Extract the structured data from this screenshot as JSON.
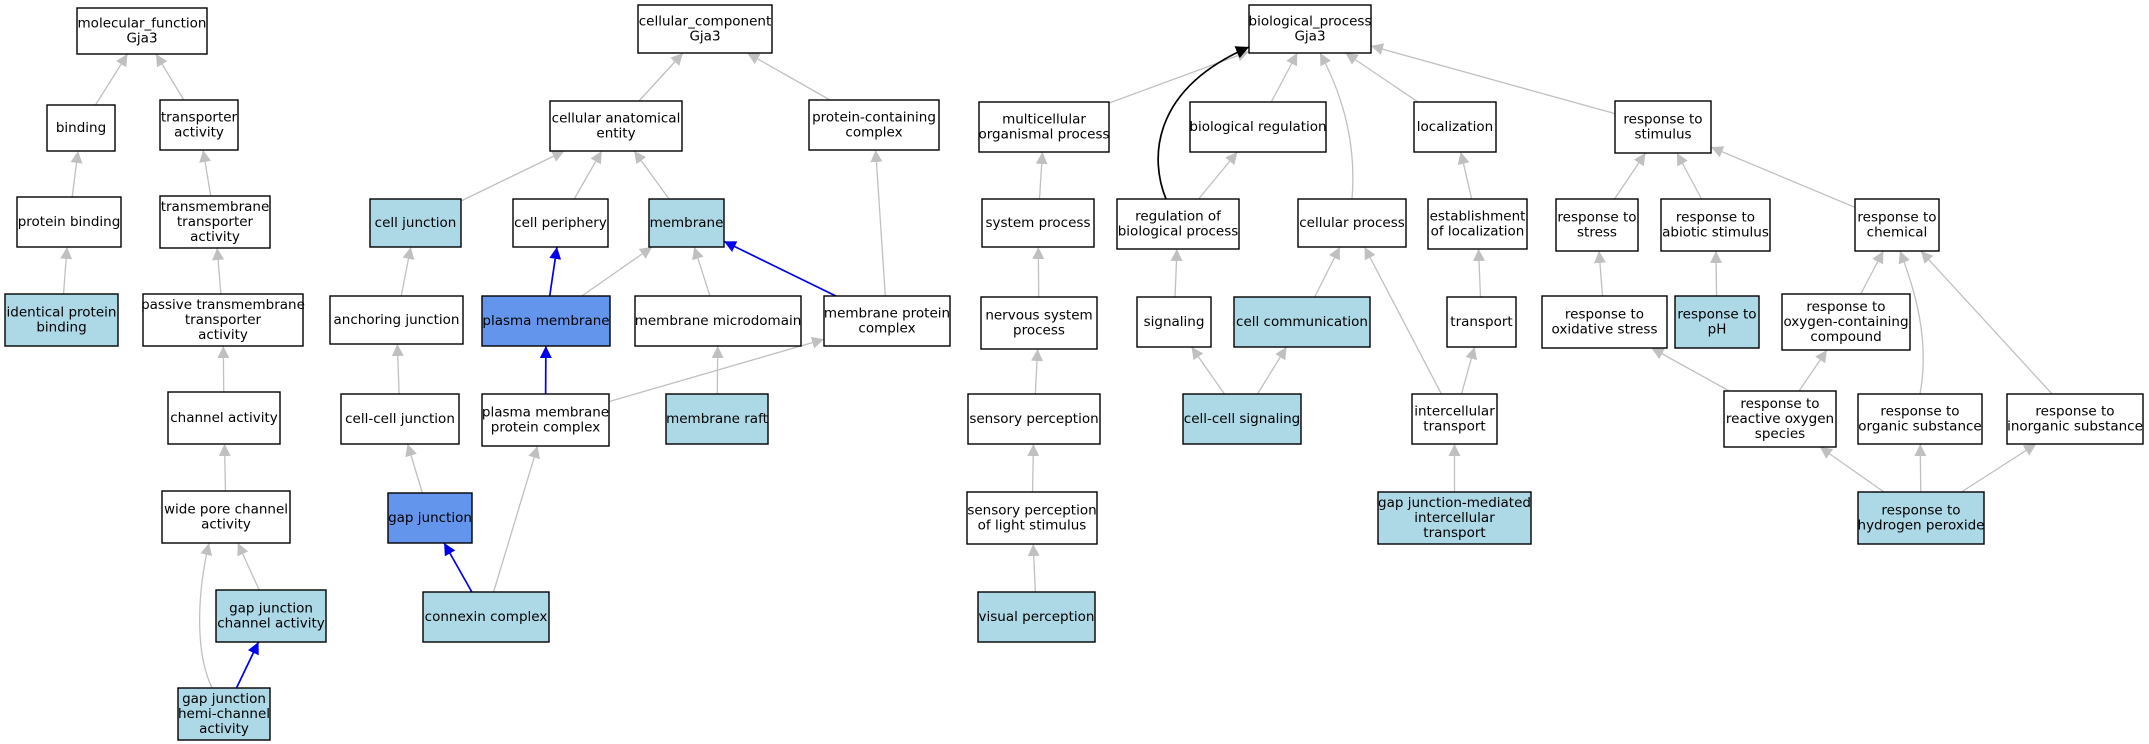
{
  "colors": {
    "default_fill": "#ffffff",
    "light_fill": "#add8e6",
    "highlight_fill": "#6495ed",
    "gray_edge": "#c0c0c0",
    "blue_edge": "#0000ee",
    "black_edge": "#000000"
  },
  "nodes": [
    {
      "id": "mf",
      "lines": [
        "molecular_function",
        "Gja3"
      ],
      "style": "default"
    },
    {
      "id": "binding",
      "lines": [
        "binding"
      ],
      "style": "default"
    },
    {
      "id": "transporter",
      "lines": [
        "transporter",
        "activity"
      ],
      "style": "default"
    },
    {
      "id": "protbind",
      "lines": [
        "protein binding"
      ],
      "style": "default"
    },
    {
      "id": "tmtrans",
      "lines": [
        "transmembrane",
        "transporter",
        "activity"
      ],
      "style": "default"
    },
    {
      "id": "identprot",
      "lines": [
        "identical protein",
        "binding"
      ],
      "style": "light"
    },
    {
      "id": "passtm",
      "lines": [
        "passive transmembrane",
        "transporter",
        "activity"
      ],
      "style": "default"
    },
    {
      "id": "channel",
      "lines": [
        "channel activity"
      ],
      "style": "default"
    },
    {
      "id": "widepore",
      "lines": [
        "wide pore channel",
        "activity"
      ],
      "style": "default"
    },
    {
      "id": "gjchan",
      "lines": [
        "gap junction",
        "channel activity"
      ],
      "style": "light"
    },
    {
      "id": "gjhemi",
      "lines": [
        "gap junction",
        "hemi-channel",
        "activity"
      ],
      "style": "light"
    },
    {
      "id": "cc",
      "lines": [
        "cellular_component",
        "Gja3"
      ],
      "style": "default"
    },
    {
      "id": "cae",
      "lines": [
        "cellular anatomical",
        "entity"
      ],
      "style": "default"
    },
    {
      "id": "pcc",
      "lines": [
        "protein-containing",
        "complex"
      ],
      "style": "default"
    },
    {
      "id": "celljunc",
      "lines": [
        "cell junction"
      ],
      "style": "light"
    },
    {
      "id": "cellperiph",
      "lines": [
        "cell periphery"
      ],
      "style": "default"
    },
    {
      "id": "membrane",
      "lines": [
        "membrane"
      ],
      "style": "light"
    },
    {
      "id": "anchjunc",
      "lines": [
        "anchoring junction"
      ],
      "style": "default"
    },
    {
      "id": "plasmamem",
      "lines": [
        "plasma membrane"
      ],
      "style": "highlight"
    },
    {
      "id": "memmicro",
      "lines": [
        "membrane microdomain"
      ],
      "style": "default"
    },
    {
      "id": "memprotcx",
      "lines": [
        "membrane protein",
        "complex"
      ],
      "style": "default"
    },
    {
      "id": "cellcelljunc",
      "lines": [
        "cell-cell junction"
      ],
      "style": "default"
    },
    {
      "id": "pmprotcx",
      "lines": [
        "plasma membrane",
        "protein complex"
      ],
      "style": "default"
    },
    {
      "id": "memraft",
      "lines": [
        "membrane raft"
      ],
      "style": "light"
    },
    {
      "id": "gapjunc",
      "lines": [
        "gap junction"
      ],
      "style": "highlight"
    },
    {
      "id": "connexin",
      "lines": [
        "connexin complex"
      ],
      "style": "light"
    },
    {
      "id": "bp",
      "lines": [
        "biological_process",
        "Gja3"
      ],
      "style": "default"
    },
    {
      "id": "multicell",
      "lines": [
        "multicellular",
        "organismal process"
      ],
      "style": "default"
    },
    {
      "id": "bioreg",
      "lines": [
        "biological regulation"
      ],
      "style": "default"
    },
    {
      "id": "localization",
      "lines": [
        "localization"
      ],
      "style": "default"
    },
    {
      "id": "respstim",
      "lines": [
        "response to",
        "stimulus"
      ],
      "style": "default"
    },
    {
      "id": "sysproc",
      "lines": [
        "system process"
      ],
      "style": "default"
    },
    {
      "id": "regbio",
      "lines": [
        "regulation of",
        "biological process"
      ],
      "style": "default"
    },
    {
      "id": "cellproc",
      "lines": [
        "cellular process"
      ],
      "style": "default"
    },
    {
      "id": "estloc",
      "lines": [
        "establishment",
        "of localization"
      ],
      "style": "default"
    },
    {
      "id": "respstress",
      "lines": [
        "response to",
        "stress"
      ],
      "style": "default"
    },
    {
      "id": "respabiotic",
      "lines": [
        "response to",
        "abiotic stimulus"
      ],
      "style": "default"
    },
    {
      "id": "respchem",
      "lines": [
        "response to",
        "chemical"
      ],
      "style": "default"
    },
    {
      "id": "nervsys",
      "lines": [
        "nervous system",
        "process"
      ],
      "style": "default"
    },
    {
      "id": "signaling",
      "lines": [
        "signaling"
      ],
      "style": "default"
    },
    {
      "id": "cellcomm",
      "lines": [
        "cell communication"
      ],
      "style": "light"
    },
    {
      "id": "transport",
      "lines": [
        "transport"
      ],
      "style": "default"
    },
    {
      "id": "respox",
      "lines": [
        "response to",
        "oxidative stress"
      ],
      "style": "default"
    },
    {
      "id": "respph",
      "lines": [
        "response to",
        "pH"
      ],
      "style": "light"
    },
    {
      "id": "respoxy",
      "lines": [
        "response to",
        "oxygen-containing",
        "compound"
      ],
      "style": "default"
    },
    {
      "id": "sensperc",
      "lines": [
        "sensory perception"
      ],
      "style": "default"
    },
    {
      "id": "cellcellsig",
      "lines": [
        "cell-cell signaling"
      ],
      "style": "light"
    },
    {
      "id": "intercell",
      "lines": [
        "intercellular",
        "transport"
      ],
      "style": "default"
    },
    {
      "id": "resproS",
      "lines": [
        "response to",
        "reactive oxygen",
        "species"
      ],
      "style": "default"
    },
    {
      "id": "resporg",
      "lines": [
        "response to",
        "organic substance"
      ],
      "style": "default"
    },
    {
      "id": "respinorg",
      "lines": [
        "response to",
        "inorganic substance"
      ],
      "style": "default"
    },
    {
      "id": "senslight",
      "lines": [
        "sensory perception",
        "of light stimulus"
      ],
      "style": "default"
    },
    {
      "id": "gjmediated",
      "lines": [
        "gap junction-mediated",
        "intercellular",
        "transport"
      ],
      "style": "light"
    },
    {
      "id": "resph2o2",
      "lines": [
        "response to",
        "hydrogen peroxide"
      ],
      "style": "light"
    },
    {
      "id": "visual",
      "lines": [
        "visual perception"
      ],
      "style": "light"
    }
  ],
  "edges": [
    {
      "from": "binding",
      "to": "mf",
      "style": "gray"
    },
    {
      "from": "transporter",
      "to": "mf",
      "style": "gray"
    },
    {
      "from": "protbind",
      "to": "binding",
      "style": "gray"
    },
    {
      "from": "tmtrans",
      "to": "transporter",
      "style": "gray"
    },
    {
      "from": "identprot",
      "to": "protbind",
      "style": "gray"
    },
    {
      "from": "passtm",
      "to": "tmtrans",
      "style": "gray"
    },
    {
      "from": "channel",
      "to": "passtm",
      "style": "gray"
    },
    {
      "from": "widepore",
      "to": "channel",
      "style": "gray"
    },
    {
      "from": "gjchan",
      "to": "widepore",
      "style": "gray"
    },
    {
      "from": "gjhemi",
      "to": "widepore",
      "style": "gray"
    },
    {
      "from": "gjhemi",
      "to": "gjchan",
      "style": "blue"
    },
    {
      "from": "cae",
      "to": "cc",
      "style": "gray"
    },
    {
      "from": "pcc",
      "to": "cc",
      "style": "gray"
    },
    {
      "from": "celljunc",
      "to": "cae",
      "style": "gray"
    },
    {
      "from": "cellperiph",
      "to": "cae",
      "style": "gray"
    },
    {
      "from": "membrane",
      "to": "cae",
      "style": "gray"
    },
    {
      "from": "anchjunc",
      "to": "celljunc",
      "style": "gray"
    },
    {
      "from": "plasmamem",
      "to": "cellperiph",
      "style": "blue"
    },
    {
      "from": "plasmamem",
      "to": "membrane",
      "style": "gray"
    },
    {
      "from": "memmicro",
      "to": "membrane",
      "style": "gray"
    },
    {
      "from": "memprotcx",
      "to": "membrane",
      "style": "blue"
    },
    {
      "from": "memprotcx",
      "to": "pcc",
      "style": "gray"
    },
    {
      "from": "cellcelljunc",
      "to": "anchjunc",
      "style": "gray"
    },
    {
      "from": "pmprotcx",
      "to": "plasmamem",
      "style": "blue"
    },
    {
      "from": "pmprotcx",
      "to": "memprotcx",
      "style": "gray"
    },
    {
      "from": "memraft",
      "to": "memmicro",
      "style": "gray"
    },
    {
      "from": "gapjunc",
      "to": "cellcelljunc",
      "style": "gray"
    },
    {
      "from": "connexin",
      "to": "gapjunc",
      "style": "blue"
    },
    {
      "from": "connexin",
      "to": "pmprotcx",
      "style": "gray"
    },
    {
      "from": "multicell",
      "to": "bp",
      "style": "gray"
    },
    {
      "from": "bioreg",
      "to": "bp",
      "style": "gray"
    },
    {
      "from": "localization",
      "to": "bp",
      "style": "gray"
    },
    {
      "from": "respstim",
      "to": "bp",
      "style": "gray"
    },
    {
      "from": "regbio",
      "to": "bp",
      "style": "black"
    },
    {
      "from": "cellproc",
      "to": "bp",
      "style": "gray"
    },
    {
      "from": "sysproc",
      "to": "multicell",
      "style": "gray"
    },
    {
      "from": "regbio",
      "to": "bioreg",
      "style": "gray"
    },
    {
      "from": "estloc",
      "to": "localization",
      "style": "gray"
    },
    {
      "from": "respstress",
      "to": "respstim",
      "style": "gray"
    },
    {
      "from": "respabiotic",
      "to": "respstim",
      "style": "gray"
    },
    {
      "from": "respchem",
      "to": "respstim",
      "style": "gray"
    },
    {
      "from": "nervsys",
      "to": "sysproc",
      "style": "gray"
    },
    {
      "from": "signaling",
      "to": "regbio",
      "style": "gray"
    },
    {
      "from": "cellcomm",
      "to": "cellproc",
      "style": "gray"
    },
    {
      "from": "intercell",
      "to": "cellproc",
      "style": "gray"
    },
    {
      "from": "transport",
      "to": "estloc",
      "style": "gray"
    },
    {
      "from": "respox",
      "to": "respstress",
      "style": "gray"
    },
    {
      "from": "respph",
      "to": "respabiotic",
      "style": "gray"
    },
    {
      "from": "respoxy",
      "to": "respchem",
      "style": "gray"
    },
    {
      "from": "resporg",
      "to": "respchem",
      "style": "gray"
    },
    {
      "from": "respinorg",
      "to": "respchem",
      "style": "gray"
    },
    {
      "from": "sensperc",
      "to": "nervsys",
      "style": "gray"
    },
    {
      "from": "cellcellsig",
      "to": "signaling",
      "style": "gray"
    },
    {
      "from": "cellcellsig",
      "to": "cellcomm",
      "style": "gray"
    },
    {
      "from": "intercell",
      "to": "transport",
      "style": "gray"
    },
    {
      "from": "resproS",
      "to": "respox",
      "style": "gray"
    },
    {
      "from": "resproS",
      "to": "respoxy",
      "style": "gray"
    },
    {
      "from": "senslight",
      "to": "sensperc",
      "style": "gray"
    },
    {
      "from": "gjmediated",
      "to": "intercell",
      "style": "gray"
    },
    {
      "from": "resph2o2",
      "to": "resproS",
      "style": "gray"
    },
    {
      "from": "resph2o2",
      "to": "resporg",
      "style": "gray"
    },
    {
      "from": "resph2o2",
      "to": "respinorg",
      "style": "gray"
    },
    {
      "from": "visual",
      "to": "senslight",
      "style": "gray"
    }
  ]
}
